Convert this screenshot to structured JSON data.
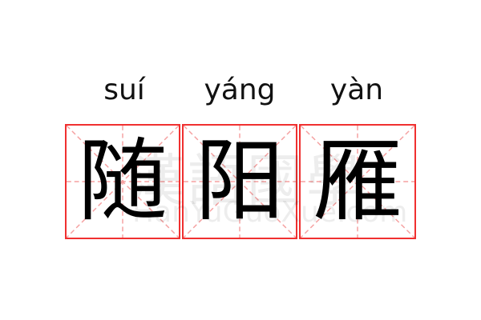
{
  "entries": [
    {
      "pinyin": "suí",
      "hanzi": "随"
    },
    {
      "pinyin": "yáng",
      "hanzi": "阳"
    },
    {
      "pinyin": "yàn",
      "hanzi": "雁"
    }
  ],
  "watermark": {
    "chinese": "漢語國學",
    "latin": "HanYuGuoXue.com"
  },
  "colors": {
    "grid_border": "#f03030",
    "guide_lines": "#f5a0a0"
  }
}
